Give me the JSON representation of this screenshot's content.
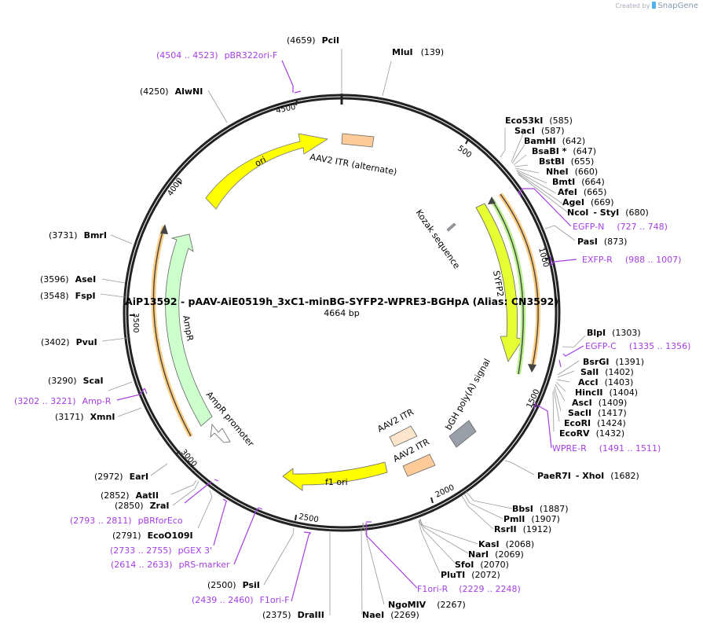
{
  "header": {
    "title": "AiP13592 - pAAV-AiE0519h_3xC1-minBG-SYFP2-WPRE3-BGHpA (Alias: CN3592)",
    "length": "4664 bp",
    "credit_prefix": "Created by",
    "credit_brand": "SnapGene"
  },
  "ticks": [
    "500",
    "1000",
    "1500",
    "2000",
    "2500",
    "3000",
    "3500",
    "4000",
    "4500"
  ],
  "features": {
    "ori": "ori",
    "itr_alt": "AAV2 ITR (alternate)",
    "kozak": "Kozak sequence",
    "syfp2": "SYFP2",
    "bgh": "bGH poly(A) signal",
    "itr1": "AAV2 ITR",
    "itr2": "AAV2 ITR",
    "f1ori": "f1 ori",
    "ampr": "AmpR",
    "ampr_promoter": "AmpR promoter"
  },
  "enzymes": [
    {
      "name": "PciI",
      "pos": "(4659)"
    },
    {
      "name": "MluI",
      "pos": "(139)"
    },
    {
      "name": "AlwNI",
      "pos": "(4250)"
    },
    {
      "name": "Eco53kI",
      "pos": "(585)"
    },
    {
      "name": "SacI",
      "pos": "(587)"
    },
    {
      "name": "BamHI",
      "pos": "(642)"
    },
    {
      "name": "BsaBI *",
      "pos": "(647)"
    },
    {
      "name": "BstBI",
      "pos": "(655)"
    },
    {
      "name": "NheI",
      "pos": "(660)"
    },
    {
      "name": "BmtI",
      "pos": "(664)"
    },
    {
      "name": "AfeI",
      "pos": "(665)"
    },
    {
      "name": "AgeI",
      "pos": "(669)"
    },
    {
      "name": "NcoI",
      "pos": "(680)",
      "extra": "- StyI"
    },
    {
      "name": "PasI",
      "pos": "(873)"
    },
    {
      "name": "BlpI",
      "pos": "(1303)"
    },
    {
      "name": "BsrGI",
      "pos": "(1391)"
    },
    {
      "name": "SalI",
      "pos": "(1402)"
    },
    {
      "name": "AccI",
      "pos": "(1403)"
    },
    {
      "name": "HincII",
      "pos": "(1404)"
    },
    {
      "name": "AscI",
      "pos": "(1409)"
    },
    {
      "name": "SacII",
      "pos": "(1417)"
    },
    {
      "name": "EcoRI",
      "pos": "(1424)"
    },
    {
      "name": "EcoRV",
      "pos": "(1432)"
    },
    {
      "name": "PaeR7I",
      "pos": "(1682)",
      "extra": "- XhoI"
    },
    {
      "name": "BbsI",
      "pos": "(1887)"
    },
    {
      "name": "PmlI",
      "pos": "(1907)"
    },
    {
      "name": "RsrII",
      "pos": "(1912)"
    },
    {
      "name": "KasI",
      "pos": "(2068)"
    },
    {
      "name": "NarI",
      "pos": "(2069)"
    },
    {
      "name": "SfoI",
      "pos": "(2070)"
    },
    {
      "name": "PluTI",
      "pos": "(2072)"
    },
    {
      "name": "NgoMIV",
      "pos": "(2267)"
    },
    {
      "name": "NaeI",
      "pos": "(2269)"
    },
    {
      "name": "DraIII",
      "pos": "(2375)"
    },
    {
      "name": "PsiI",
      "pos": "(2500)"
    },
    {
      "name": "EcoO109I",
      "pos": "(2791)"
    },
    {
      "name": "ZraI",
      "pos": "(2850)"
    },
    {
      "name": "AatII",
      "pos": "(2852)"
    },
    {
      "name": "EarI",
      "pos": "(2972)"
    },
    {
      "name": "XmnI",
      "pos": "(3171)"
    },
    {
      "name": "ScaI",
      "pos": "(3290)"
    },
    {
      "name": "PvuI",
      "pos": "(3402)"
    },
    {
      "name": "FspI",
      "pos": "(3548)"
    },
    {
      "name": "AseI",
      "pos": "(3596)"
    },
    {
      "name": "BmrI",
      "pos": "(3731)"
    }
  ],
  "primers": [
    {
      "name": "pBR322ori-F",
      "range": "(4504 .. 4523)"
    },
    {
      "name": "EGFP-N",
      "range": "(727 .. 748)"
    },
    {
      "name": "EXFP-R",
      "range": "(988 .. 1007)"
    },
    {
      "name": "EGFP-C",
      "range": "(1335 .. 1356)"
    },
    {
      "name": "WPRE-R",
      "range": "(1491 .. 1511)"
    },
    {
      "name": "F1ori-R",
      "range": "(2229 .. 2248)"
    },
    {
      "name": "F1ori-F",
      "range": "(2439 .. 2460)"
    },
    {
      "name": "pRS-marker",
      "range": "(2614 .. 2633)"
    },
    {
      "name": "pGEX 3'",
      "range": "(2733 .. 2755)"
    },
    {
      "name": "pBRforEco",
      "range": "(2793 .. 2811)"
    },
    {
      "name": "Amp-R",
      "range": "(3202 .. 3221)"
    }
  ],
  "colors": {
    "backbone": "#222222",
    "primer": "#a53ee6",
    "ori": "#ffff00",
    "syfp2": "#e5ff33",
    "ampr": "#ccffcc",
    "itr": "#ffcc99",
    "itr_light": "#fde5cc",
    "bgh": "#999fa6",
    "orf_orange": "#ffcc80",
    "orf_green": "#b8f08a"
  }
}
